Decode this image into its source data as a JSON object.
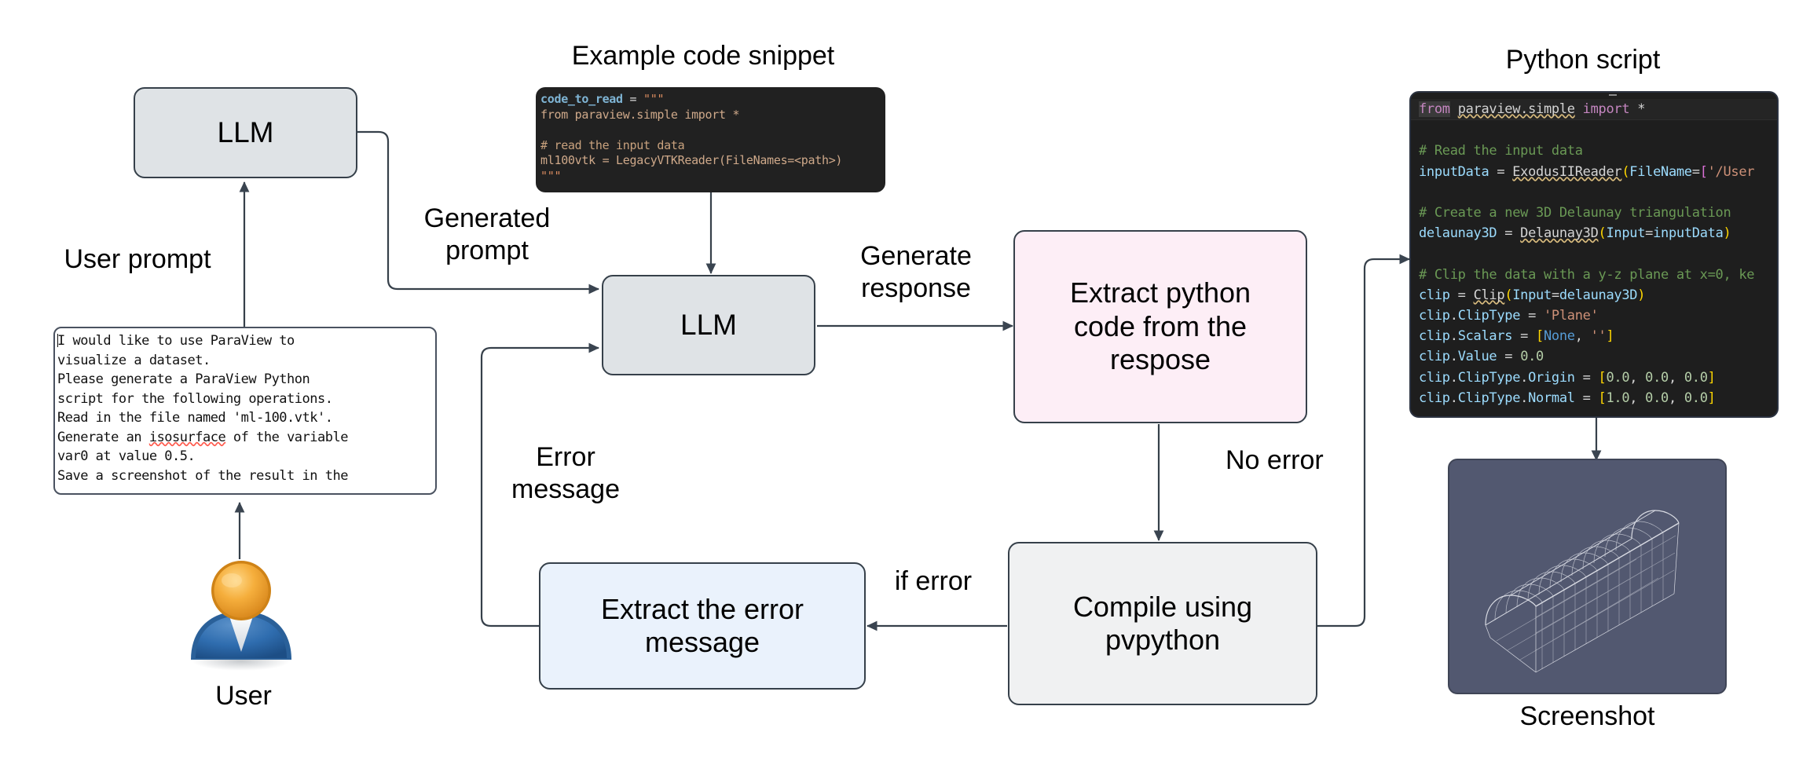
{
  "diagram": {
    "title_labels": {
      "example_code_snippet": "Example code snippet",
      "python_script": "Python script",
      "screenshot": "Screenshot",
      "user": "User"
    },
    "nodes": [
      {
        "id": "llm-top",
        "label": "LLM"
      },
      {
        "id": "llm-main",
        "label": "LLM"
      },
      {
        "id": "extract-code",
        "label": "Extract python\ncode from the\nrespose"
      },
      {
        "id": "compile",
        "label": "Compile using\npvpython"
      },
      {
        "id": "extract-error",
        "label": "Extract the error\nmessage"
      }
    ],
    "edge_labels": {
      "user_prompt": "User prompt",
      "generated_prompt": "Generated\nprompt",
      "generate_response": "Generate\nresponse",
      "no_error": "No error",
      "if_error": "if error",
      "error_message": "Error\nmessage"
    },
    "colors": {
      "node_border": "#36404a",
      "node_grey": "#dfe3e6",
      "node_grey_light": "#f0f1f2",
      "node_pink": "#fdeef6",
      "node_blue": "#eaf2fc",
      "arrow": "#36404a",
      "code_bg_snippet": "#212121",
      "code_bg_script": "#1c1c1c",
      "screenshot_bg": "#5b6175",
      "spellcheck_underline": "#ff5a4d"
    }
  },
  "prompt_box": {
    "lines": [
      "I would like to use ParaView to",
      "visualize a dataset.",
      "Please generate a ParaView Python",
      "script for the following operations.",
      "Read in the file named 'ml-100.vtk'.",
      "Generate an isosurface of the variable",
      "var0 at value 0.5.",
      "Save a screenshot of the result in the"
    ],
    "misspelled_word": "isosurface"
  },
  "code_snippet": {
    "lines": [
      "code_to_read = \"\"\"",
      "from paraview.simple import *",
      "",
      "# read the input data",
      "ml100vtk = LegacyVTKReader(FileNames=<path>)",
      "\"\"\""
    ]
  },
  "python_script": {
    "lines": [
      "from paraview.simple import *",
      "",
      "# Read the input data",
      "inputData = ExodusIIReader(FileName=['/User",
      "",
      "# Create a new 3D Delaunay triangulation",
      "delaunay3D = Delaunay3D(Input=inputData)",
      "",
      "# Clip the data with a y-z plane at x=0, ke",
      "clip = Clip(Input=delaunay3D)",
      "clip.ClipType = 'Plane'",
      "clip.Scalars = [None, '']",
      "clip.Value = 0.0",
      "clip.ClipType.Origin = [0.0, 0.0, 0.0]",
      "clip.ClipType.Normal = [1.0, 0.0, 0.0]"
    ]
  }
}
